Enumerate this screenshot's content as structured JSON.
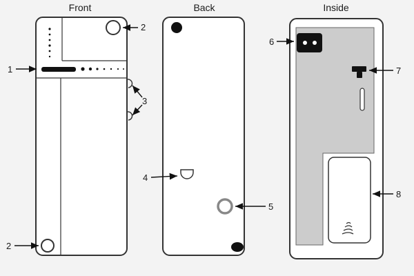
{
  "titles": {
    "front": "Front",
    "back": "Back",
    "inside": "Inside"
  },
  "callouts": {
    "display_bar": "1",
    "top_button": "2",
    "bottom_button": "2",
    "side_hooks": "3",
    "rear_notch": "4",
    "rear_ring": "5",
    "power_socket": "6",
    "internal_switch": "7",
    "battery_compartment": "8"
  },
  "colors": {
    "outline": "#333333",
    "inner_shading": "#cccccc",
    "ring_gray": "#888888",
    "ink": "#111111"
  }
}
